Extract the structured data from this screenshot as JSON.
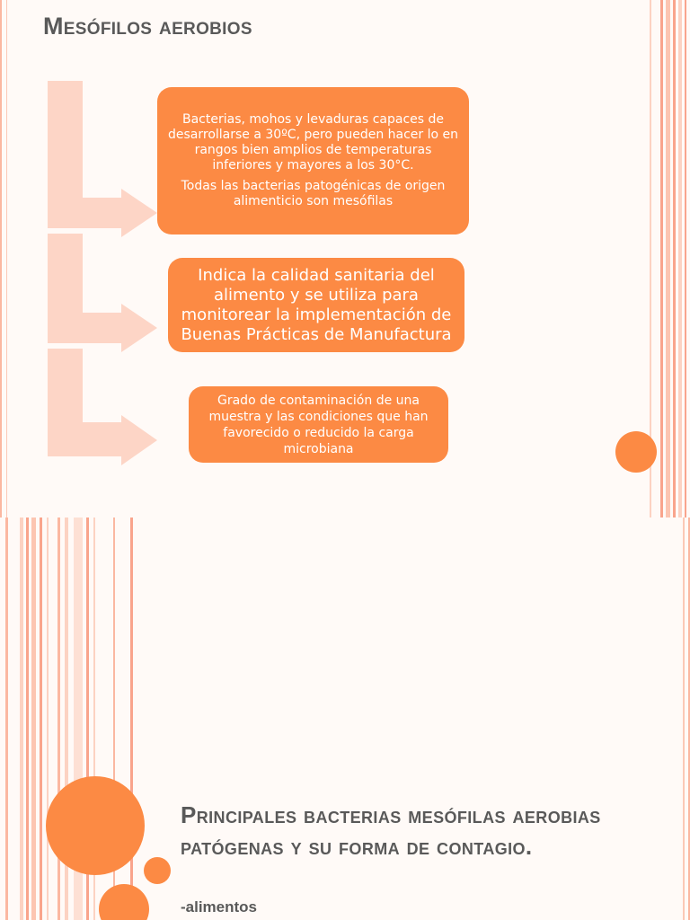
{
  "slide1": {
    "title": "Mesófilos aerobios",
    "box1": {
      "paragraph1": "Bacterias, mohos y levaduras capaces de desarrollarse a 30ºC, pero pueden hacer lo en rangos bien amplios de temperaturas inferiores y mayores a los 30°C.",
      "paragraph2": "Todas las bacterias patogénicas de origen alimenticio son mesófilas"
    },
    "box2": {
      "text": "Indica la calidad sanitaria del alimento y se utiliza para monitorear la implementación de Buenas Prácticas de Manufactura"
    },
    "box3": {
      "text": "Grado de contaminación de una muestra y las condiciones que han favorecido o reducido la carga microbiana"
    }
  },
  "slide2": {
    "title": "Principales bacterias mesófilas aerobias patógenas y su forma de contagio.",
    "subtitle": "-alimentos"
  },
  "colors": {
    "accent": "#fc8a44",
    "arrow": "#fdd5c6",
    "stripe": "#f9a48c",
    "title_text": "#595959",
    "background": "#fffaf7"
  }
}
